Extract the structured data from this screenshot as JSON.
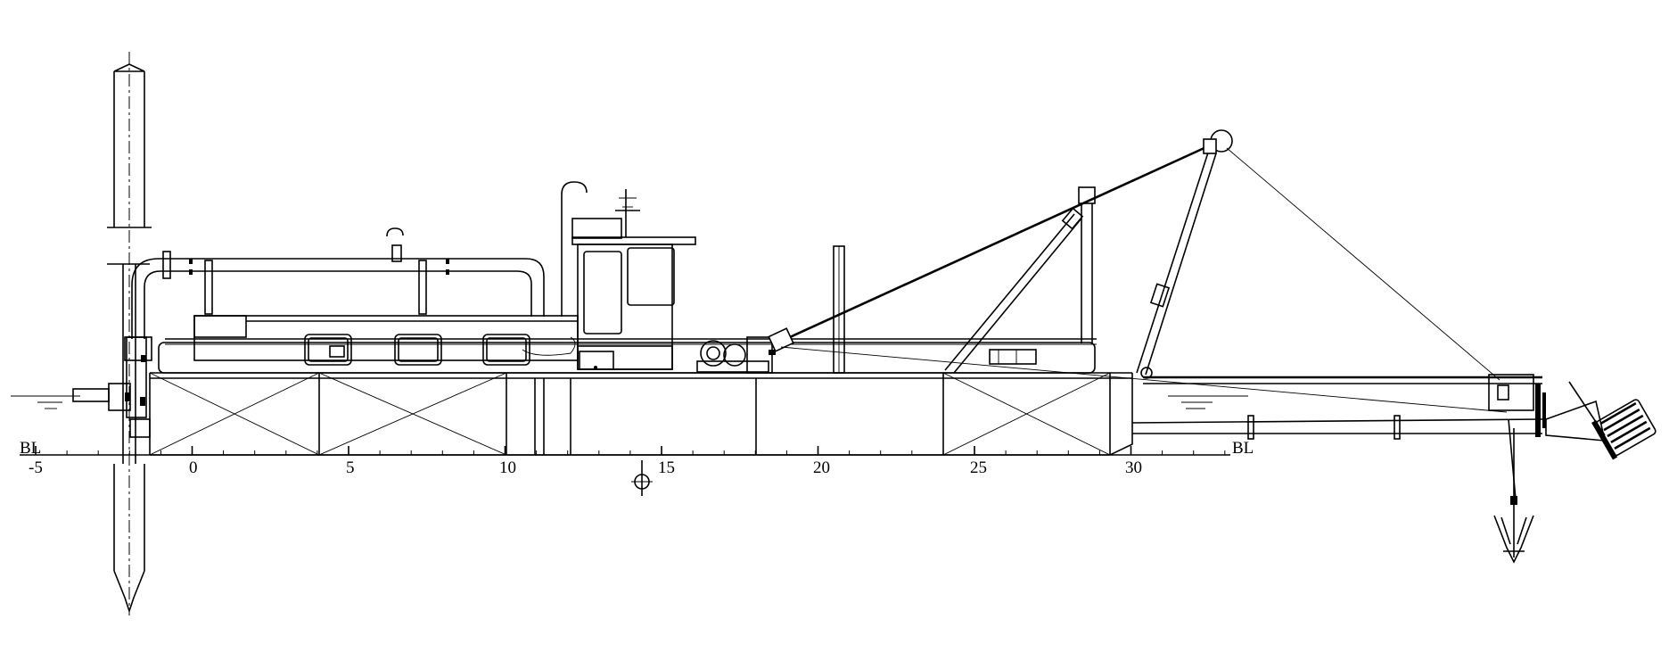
{
  "drawing": {
    "baseline_label_left": "BL",
    "baseline_label_right": "BL",
    "frame_scale": [
      "-5",
      "0",
      "5",
      "10",
      "15",
      "20",
      "25",
      "30"
    ],
    "icons": [
      "spud-pole-icon",
      "cutter-head-icon",
      "anchor-icon",
      "cabin-icon",
      "midship-marker-icon",
      "water-line-icon"
    ]
  }
}
